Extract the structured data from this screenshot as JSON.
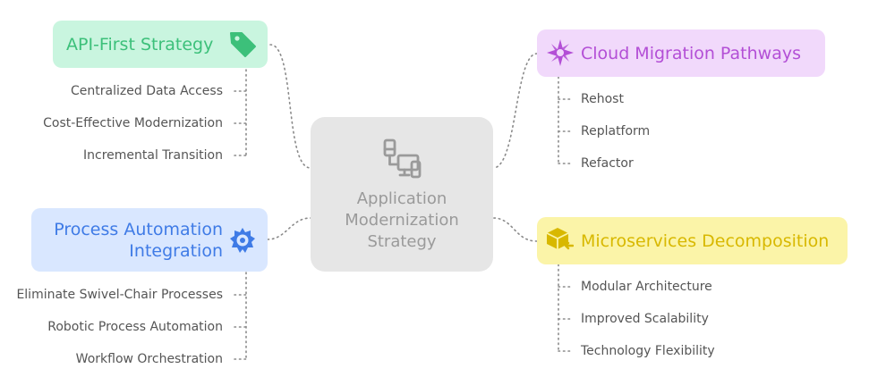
{
  "center": {
    "title_lines": [
      "Application",
      "Modernization",
      "Strategy"
    ],
    "icon": "computer-devices-icon"
  },
  "branches": {
    "api": {
      "label": "API-First Strategy",
      "icon": "tag-icon",
      "color": "#3cc07a",
      "bg": "#c9f5df",
      "items": [
        "Centralized Data Access",
        "Cost-Effective Modernization",
        "Incremental Transition"
      ]
    },
    "process": {
      "label_lines": [
        "Process Automation",
        "Integration"
      ],
      "icon": "gear-icon",
      "color": "#3f7be6",
      "bg": "#d9e7ff",
      "items": [
        "Eliminate Swivel-Chair Processes",
        "Robotic Process Automation",
        "Workflow Orchestration"
      ]
    },
    "cloud": {
      "label": "Cloud Migration Pathways",
      "icon": "compass-star-icon",
      "color": "#b34fd6",
      "bg": "#f1d9fb",
      "items": [
        "Rehost",
        "Replatform",
        "Refactor"
      ]
    },
    "micro": {
      "label": "Microservices Decomposition",
      "icon": "cube-icon",
      "color": "#d8b800",
      "bg": "#fbf4a8",
      "items": [
        "Modular Architecture",
        "Improved Scalability",
        "Technology Flexibility"
      ]
    }
  },
  "colors": {
    "connector": "#8a8a8a",
    "leaf_text": "#555555",
    "center_bg": "#e6e6e6",
    "center_text": "#9a9a9a"
  }
}
